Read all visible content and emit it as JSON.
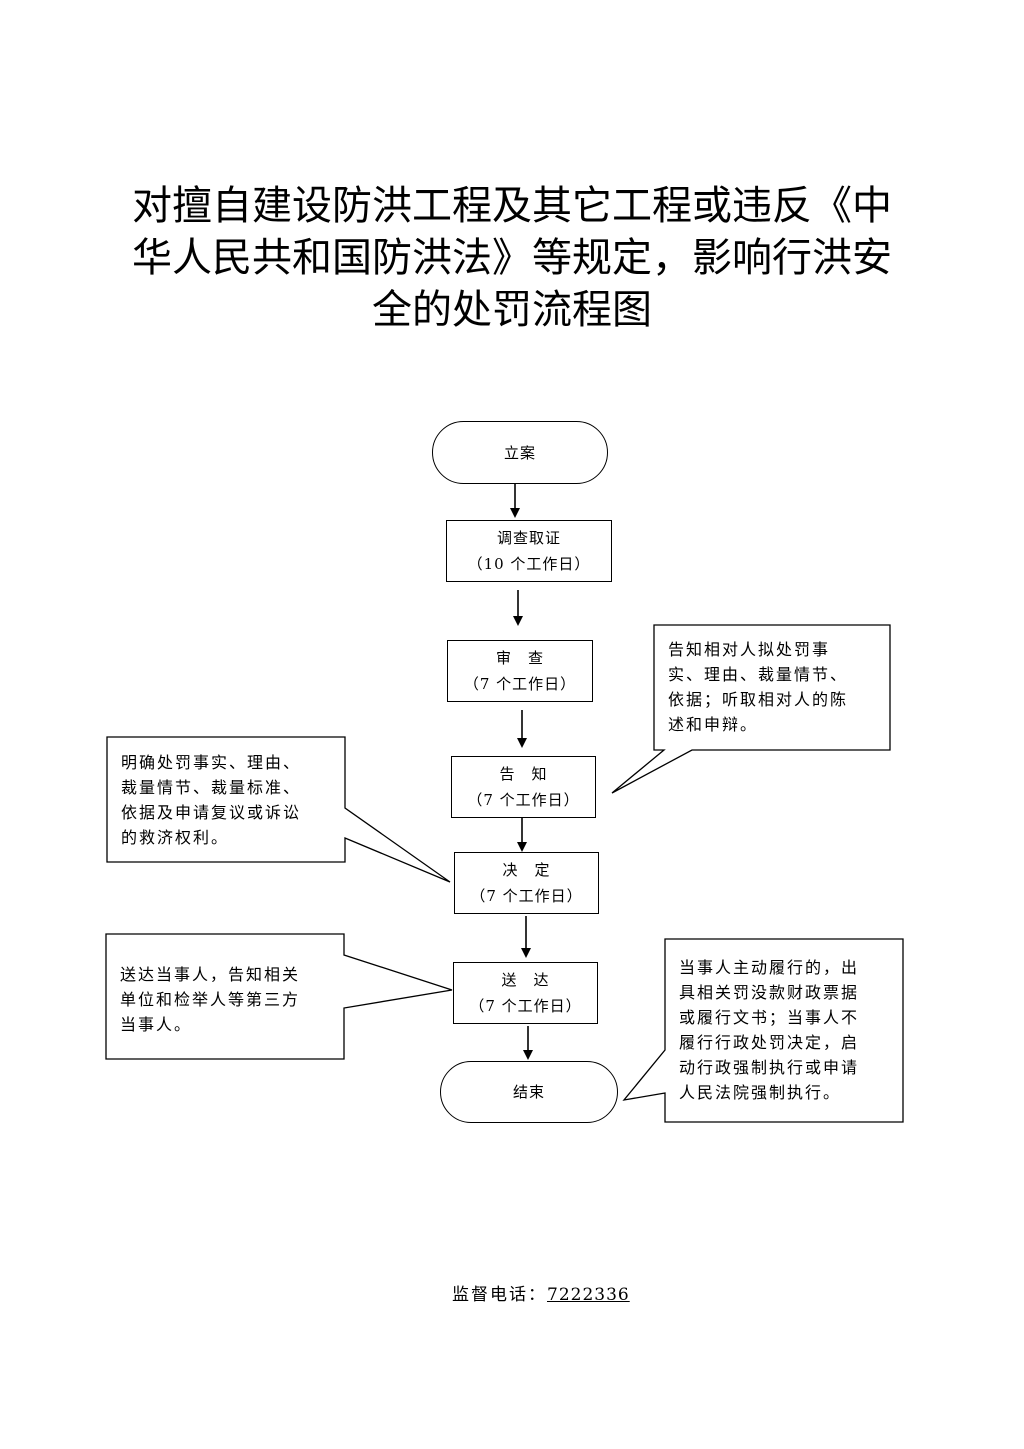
{
  "title": {
    "line1": "对擅自建设防洪工程及其它工程或违反《中",
    "line2": "华人民共和国防洪法》等规定，影响行洪安",
    "line3": "全的处罚流程图"
  },
  "flow": {
    "start": {
      "label": "立案"
    },
    "investigate": {
      "label": "调查取证",
      "duration": "（10 个工作日）"
    },
    "review": {
      "label": "审　查",
      "duration": "（7 个工作日）"
    },
    "notify": {
      "label": "告　知",
      "duration": "（7 个工作日）"
    },
    "decide": {
      "label": "决　定",
      "duration": "（7 个工作日）"
    },
    "deliver": {
      "label": "送　达",
      "duration": "（7 个工作日）"
    },
    "end": {
      "label": "结束"
    }
  },
  "notes": {
    "notify_right": [
      "告知相对人拟处罚事",
      "实、理由、裁量情节、",
      "依据；听取相对人的陈",
      "述和申辩。"
    ],
    "decide_left": [
      "明确处罚事实、理由、",
      "裁量情节、裁量标准、",
      "依据及申请复议或诉讼",
      "的救济权利。"
    ],
    "deliver_left": [
      "送达当事人，告知相关",
      "单位和检举人等第三方",
      "当事人。"
    ],
    "end_right": [
      "当事人主动履行的，出",
      "具相关罚没款财政票据",
      "或履行文书；当事人不",
      "履行行政处罚决定，启",
      "动行政强制执行或申请",
      "人民法院强制执行。"
    ]
  },
  "footer": {
    "label": "监督电话：",
    "phone": "7222336"
  }
}
